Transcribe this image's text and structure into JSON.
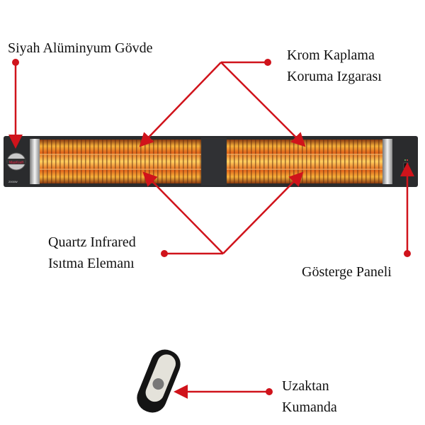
{
  "labels": {
    "body": "Siyah Alüminyum Gövde",
    "grille_1": "Krom Kaplama",
    "grille_2": "Koruma Izgarası",
    "element_1": "Quartz Infrared",
    "element_2": "Isıtma Elemanı",
    "panel": "Gösterge Paneli",
    "remote_1": "Uzaktan",
    "remote_2": "Kumanda"
  },
  "product": {
    "brand_logo": "MaxKraft",
    "model_mark": "2000W"
  },
  "colors": {
    "annotation": "#d0131b",
    "body": "#2a2b2d",
    "glow": "#f08a1c"
  }
}
